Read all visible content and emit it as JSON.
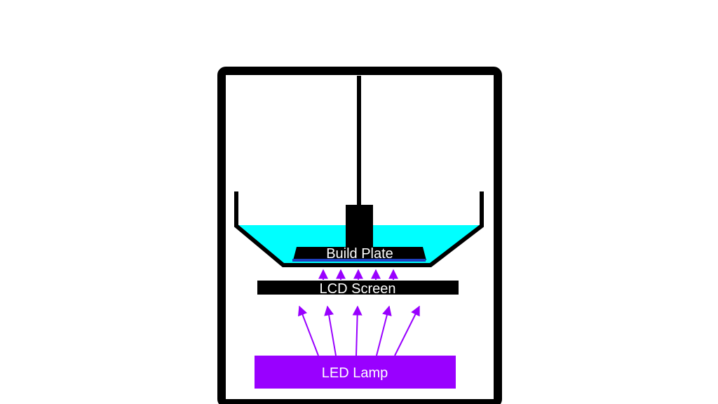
{
  "labels": {
    "build_plate": "Build Plate",
    "lcd_screen": "LCD Screen",
    "led_lamp": "LED Lamp"
  },
  "colors": {
    "frame": "#000000",
    "resin": "#00ffff",
    "cured_layer": "#1f3fbf",
    "uv_light": "#9900ff",
    "text": "#ffffff",
    "background": "#ffffff"
  }
}
